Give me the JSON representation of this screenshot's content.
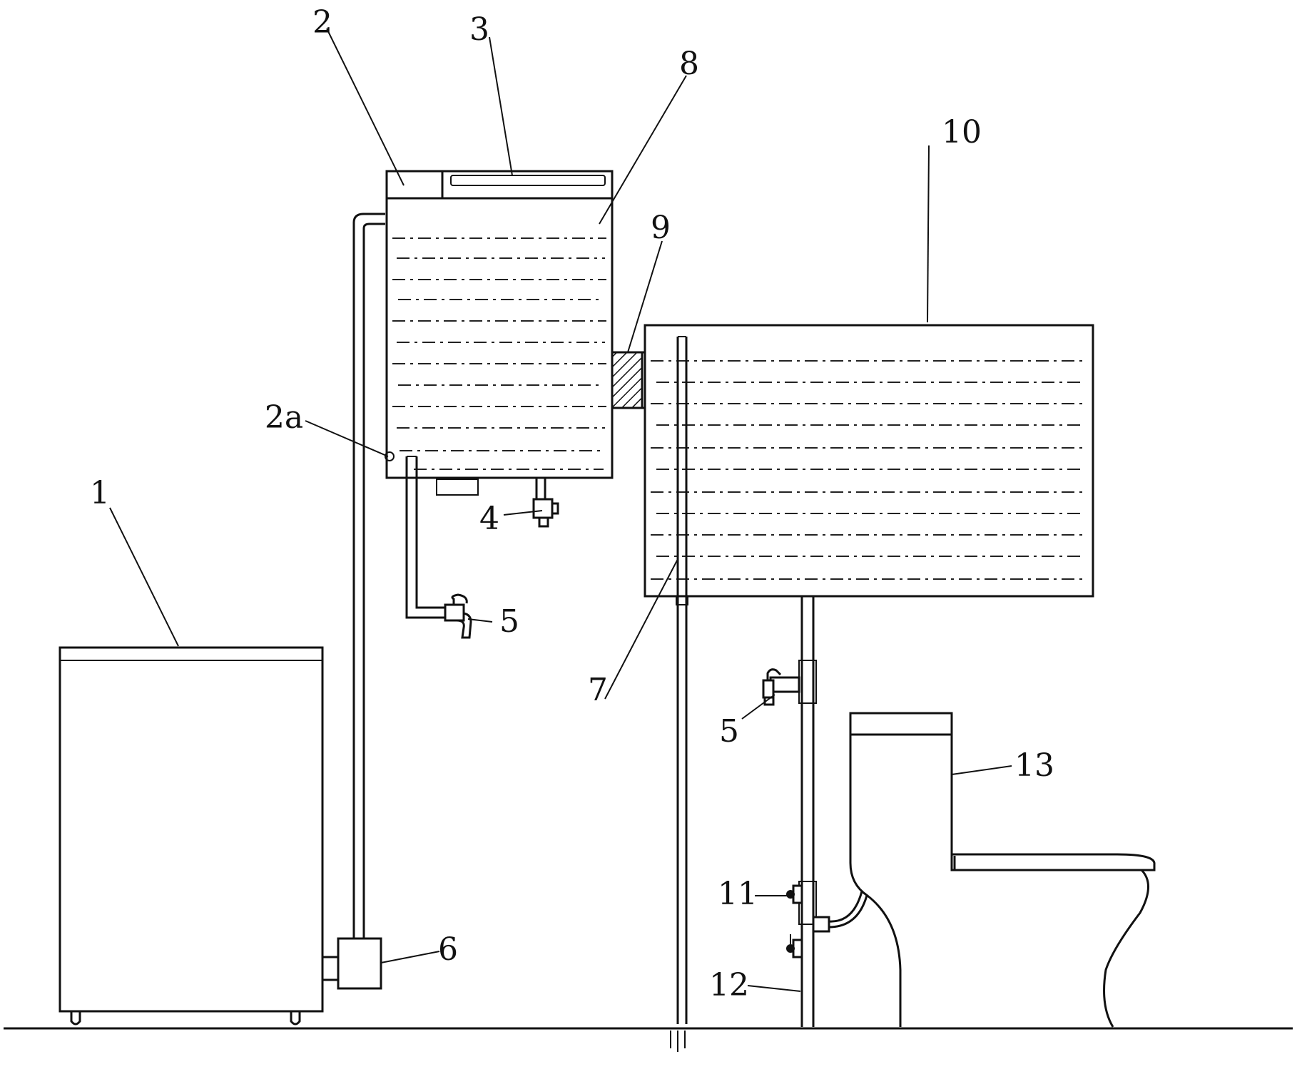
{
  "diagram": {
    "labels": {
      "washing_machine": "1",
      "upper_tank": "2",
      "upper_tank_inlet": "2a",
      "tank_lid": "3",
      "drain_valve": "4",
      "faucet_upper": "5",
      "faucet_lower": "5",
      "pump": "6",
      "overflow_pipe": "7",
      "tank_water": "8",
      "filter": "9",
      "storage_tank": "10",
      "valve": "11",
      "supply_pipe": "12",
      "toilet": "13"
    }
  }
}
